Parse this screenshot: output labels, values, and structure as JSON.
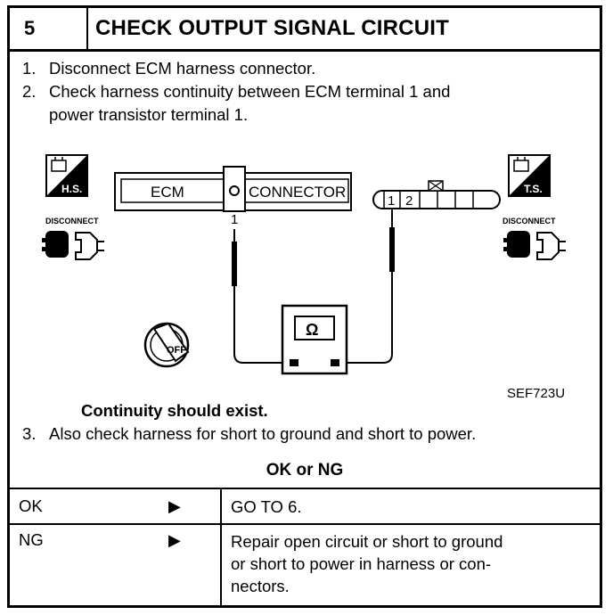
{
  "header": {
    "step": "5",
    "title": "CHECK OUTPUT SIGNAL CIRCUIT"
  },
  "steps": [
    {
      "num": "1.",
      "text": "Disconnect ECM harness connector."
    },
    {
      "num": "2.",
      "text": "Check harness continuity between ECM terminal 1 and",
      "cont": "power transistor terminal 1."
    },
    {
      "num": "3.",
      "text": "Also check harness for short to ground and short to power."
    }
  ],
  "diagram": {
    "ecm_label": "ECM",
    "connector_label": "CONNECTOR",
    "terminal_ecm": "1",
    "pt_pin1": "1",
    "pt_pin2": "2",
    "hs_badge": "H.S.",
    "ts_badge": "T.S.",
    "disconnect_left": "DISCONNECT",
    "disconnect_right": "DISCONNECT",
    "ohm_symbol": "Ω",
    "key_label": "OFF",
    "ref_code": "SEF723U"
  },
  "continuity_note": "Continuity should exist.",
  "decision_heading": "OK or NG",
  "results": [
    {
      "status": "OK",
      "action": [
        "GO TO 6."
      ]
    },
    {
      "status": "NG",
      "action": [
        "Repair open circuit or short to ground",
        "or short to power in harness or con-",
        "nectors."
      ]
    }
  ]
}
